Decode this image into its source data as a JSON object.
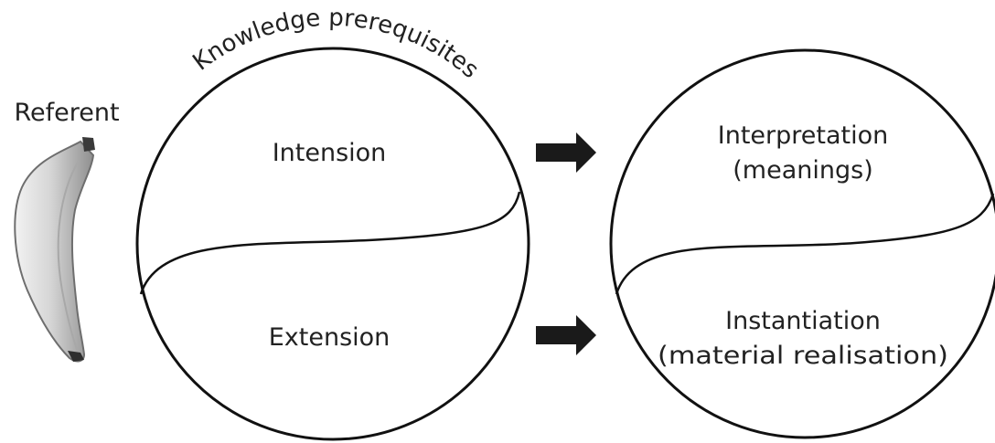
{
  "referent": {
    "label": "Referent",
    "image_icon": "banana-icon"
  },
  "left_circle": {
    "arc_label": "Knowledge prerequisites",
    "upper_label": "Intension",
    "lower_label": "Extension"
  },
  "right_circle": {
    "upper_line1": "Interpretation",
    "upper_line2": "(meanings)",
    "lower_line1": "Instantiation",
    "lower_line2": "(material realisation)"
  },
  "arrows": {
    "icon": "right-arrow-icon",
    "color": "#1a1a1a"
  },
  "colors": {
    "stroke": "#111111",
    "text": "#222222",
    "banana_body": "#d9d9d9",
    "banana_shade": "#8c8c8c",
    "banana_tip": "#333333"
  }
}
